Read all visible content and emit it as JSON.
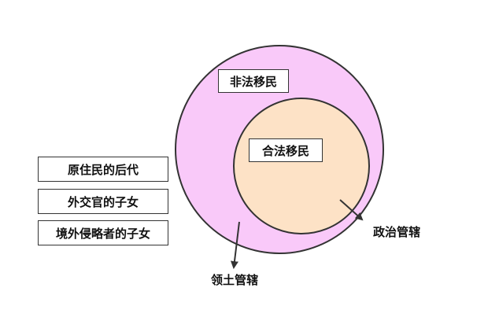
{
  "outer_circle": {
    "label": "非法移民",
    "fill": "#f9c9f9",
    "stroke": "#333333"
  },
  "inner_circle": {
    "label": "合法移民",
    "fill": "#fde2c6",
    "stroke": "#333333"
  },
  "arrow_labels": {
    "political": "政治管辖",
    "territorial": "领土管辖"
  },
  "side_list": [
    "原住民的后代",
    "外交官的子女",
    "境外侵略者的子女"
  ]
}
